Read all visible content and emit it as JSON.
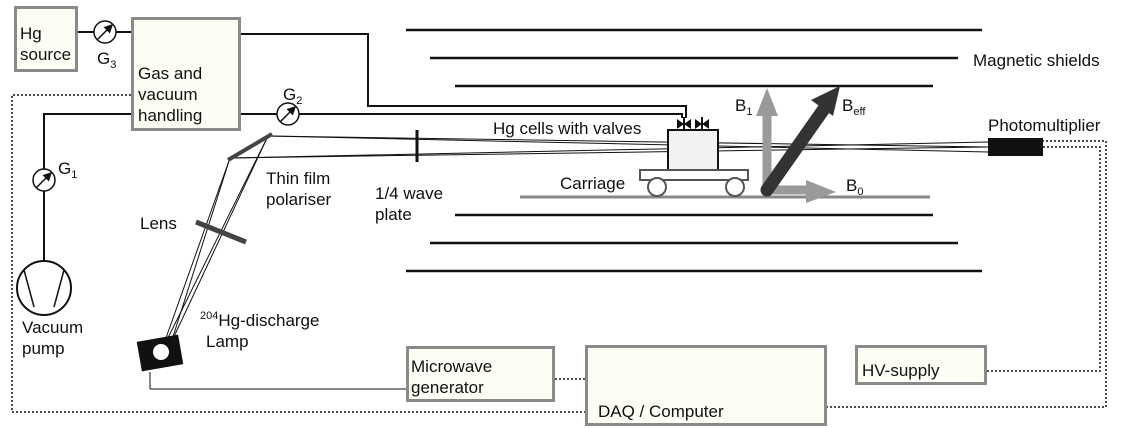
{
  "hg_source": {
    "line1": "Hg",
    "line2": "source"
  },
  "gas_vacuum": {
    "line1": "Gas and",
    "line2": "vacuum",
    "line3": "handling"
  },
  "gauges": {
    "g1": {
      "letter": "G",
      "sub": "1"
    },
    "g2": {
      "letter": "G",
      "sub": "2"
    },
    "g3": {
      "letter": "G",
      "sub": "3"
    }
  },
  "vacuum_pump": {
    "line1": "Vacuum",
    "line2": "pump"
  },
  "lens": "Lens",
  "polariser": {
    "line1": "Thin film",
    "line2": "polariser"
  },
  "wave_plate": {
    "line1": "1/4 wave",
    "line2": "plate"
  },
  "lamp": {
    "sup": "204",
    "line1": "Hg-discharge",
    "line2": "Lamp"
  },
  "hg_cells": "Hg cells with valves",
  "carriage": "Carriage",
  "magnetic_shields": "Magnetic shields",
  "fields": {
    "b1": {
      "letter": "B",
      "sub": "1"
    },
    "beff": {
      "letter": "B",
      "sub": "eff"
    },
    "b0": {
      "letter": "B",
      "sub": "0"
    }
  },
  "photomultiplier": "Photomultiplier",
  "microwave": {
    "line1": "Microwave",
    "line2": "generator"
  },
  "daq": "DAQ / Computer",
  "hv_supply": "HV-supply",
  "colors": {
    "box_border": "#8a8a8a",
    "box_fill": "#fdfdf6",
    "field_arrow_light": "#9a9a9a",
    "field_arrow_dark": "#333333"
  }
}
